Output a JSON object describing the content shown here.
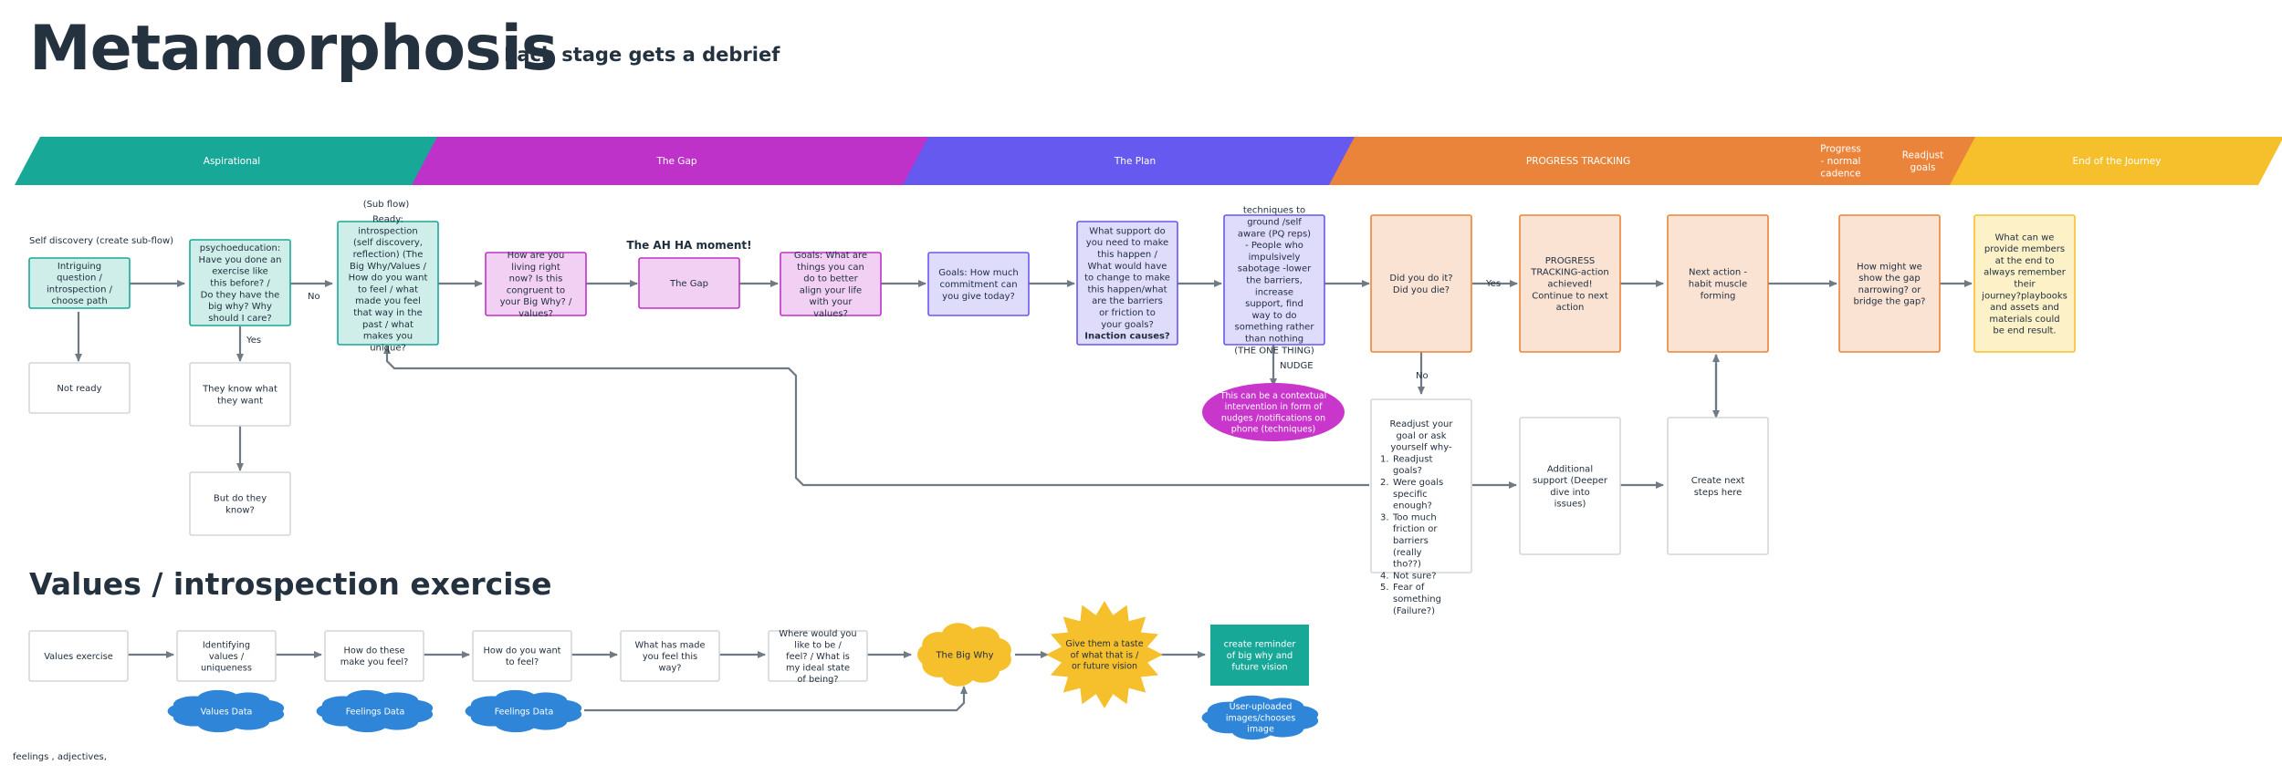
{
  "header": {
    "title": "Metamorphosis",
    "subtitle": "Each stage gets a debrief"
  },
  "stages": [
    {
      "label": "Aspirational",
      "color": "#17a897"
    },
    {
      "label": "The Gap",
      "color": "#be32c9"
    },
    {
      "label": "The Plan",
      "color": "#6659f0"
    },
    {
      "label": "PROGRESS TRACKING",
      "color": "#ea843a"
    },
    {
      "label": "Progress - normal cadence",
      "color": "#ea843a"
    },
    {
      "label": "Readjust goals",
      "color": "#ea843a"
    },
    {
      "label": "End of the Journey",
      "color": "#f6c02d"
    }
  ],
  "labels": {
    "self_discovery": "Self discovery (create sub-flow)",
    "sub_flow": "(Sub flow)",
    "aha": "The AH HA moment!",
    "no": "No",
    "yes": "Yes",
    "nudge": "NUDGE",
    "no2": "No",
    "yes2": "Yes",
    "footer": "feelings , adjectives,"
  },
  "flow": {
    "intriguing": "Intriguing question / introspection / choose path",
    "not_ready": "Not ready",
    "psycho": "psychoeducation: Have you done an exercise like this before? / Do they have the big why? Why should I care?",
    "know_want": "They know what they want",
    "do_they_know": "But do they know?",
    "ready": "Ready: introspection (self discovery, reflection) (The Big Why/Values / How do you want to feel / what made you feel that way in the past / what makes you unique?",
    "living": "How are you living right now? Is this congruent to your Big Why? / values?",
    "the_gap": "The Gap",
    "goals_align": "Goals: What are things you can do to better align your life with your values?",
    "goals_commit": "Goals: How much commitment can you give today?",
    "support_pre": "What support do you need to make this happen / What would have to change to make this happen/what are the barriers or friction to your goals? ",
    "support_bold": "Inaction causes?",
    "techniques": "techniques to ground /self aware (PQ reps) - People who impulsively sabotage -lower the barriers, increase support, find way to do something rather than nothing (THE ONE THING)",
    "contextual": "This can be a contextual intervention in form of nudges /notifications on phone (techniques)",
    "did_you": "Did you do it? Did you die?",
    "progress_achieved": "PROGRESS TRACKING-action achieved! Continue to next action",
    "next_action": "Next action - habit muscle forming",
    "narrowing": "How might we show the gap narrowing? or bridge the gap?",
    "end_provide": "What can we provide members at the end to always remember their journey?playbooks and assets and materials could be end result.",
    "readjust_intro": "Readjust your goal or ask yourself why-",
    "readjust_items": [
      "Readjust goals?",
      "Were goals specific enough?",
      "Too much friction or barriers (really tho??)",
      "Not sure?",
      "Fear of something (Failure?)"
    ],
    "additional": "Additional support (Deeper dive into issues)",
    "create_next": "Create next steps here"
  },
  "values_section": {
    "title": "Values / introspection exercise",
    "steps": [
      "Values exercise",
      "Identifying values / uniqueness",
      "How do these make you feel?",
      "How do you want to feel?",
      "What has made you feel this way?",
      "Where would you like to be / feel? / What is my ideal state of being?"
    ],
    "big_why": "The Big Why",
    "taste": "Give them a taste of what that is / or future vision",
    "reminder": "create reminder of big why and future vision",
    "clouds": [
      "Values Data",
      "Feelings Data",
      "Feelings Data",
      "User-uploaded images/chooses image"
    ]
  },
  "colors": {
    "teal_fill": "#cfeeea",
    "teal_stroke": "#17a897",
    "pink_fill": "#f2d0f4",
    "pink_stroke": "#be32c9",
    "purple_fill": "#dedbfb",
    "purple_stroke": "#6659f0",
    "orange_fill": "#fbe3d4",
    "orange_stroke": "#ea843a",
    "yellow_fill": "#fdf1c8",
    "yellow_stroke": "#f6c02d",
    "blue": "#2f86d8",
    "arrow": "#6f7a85",
    "magenta": "#c936cc"
  }
}
